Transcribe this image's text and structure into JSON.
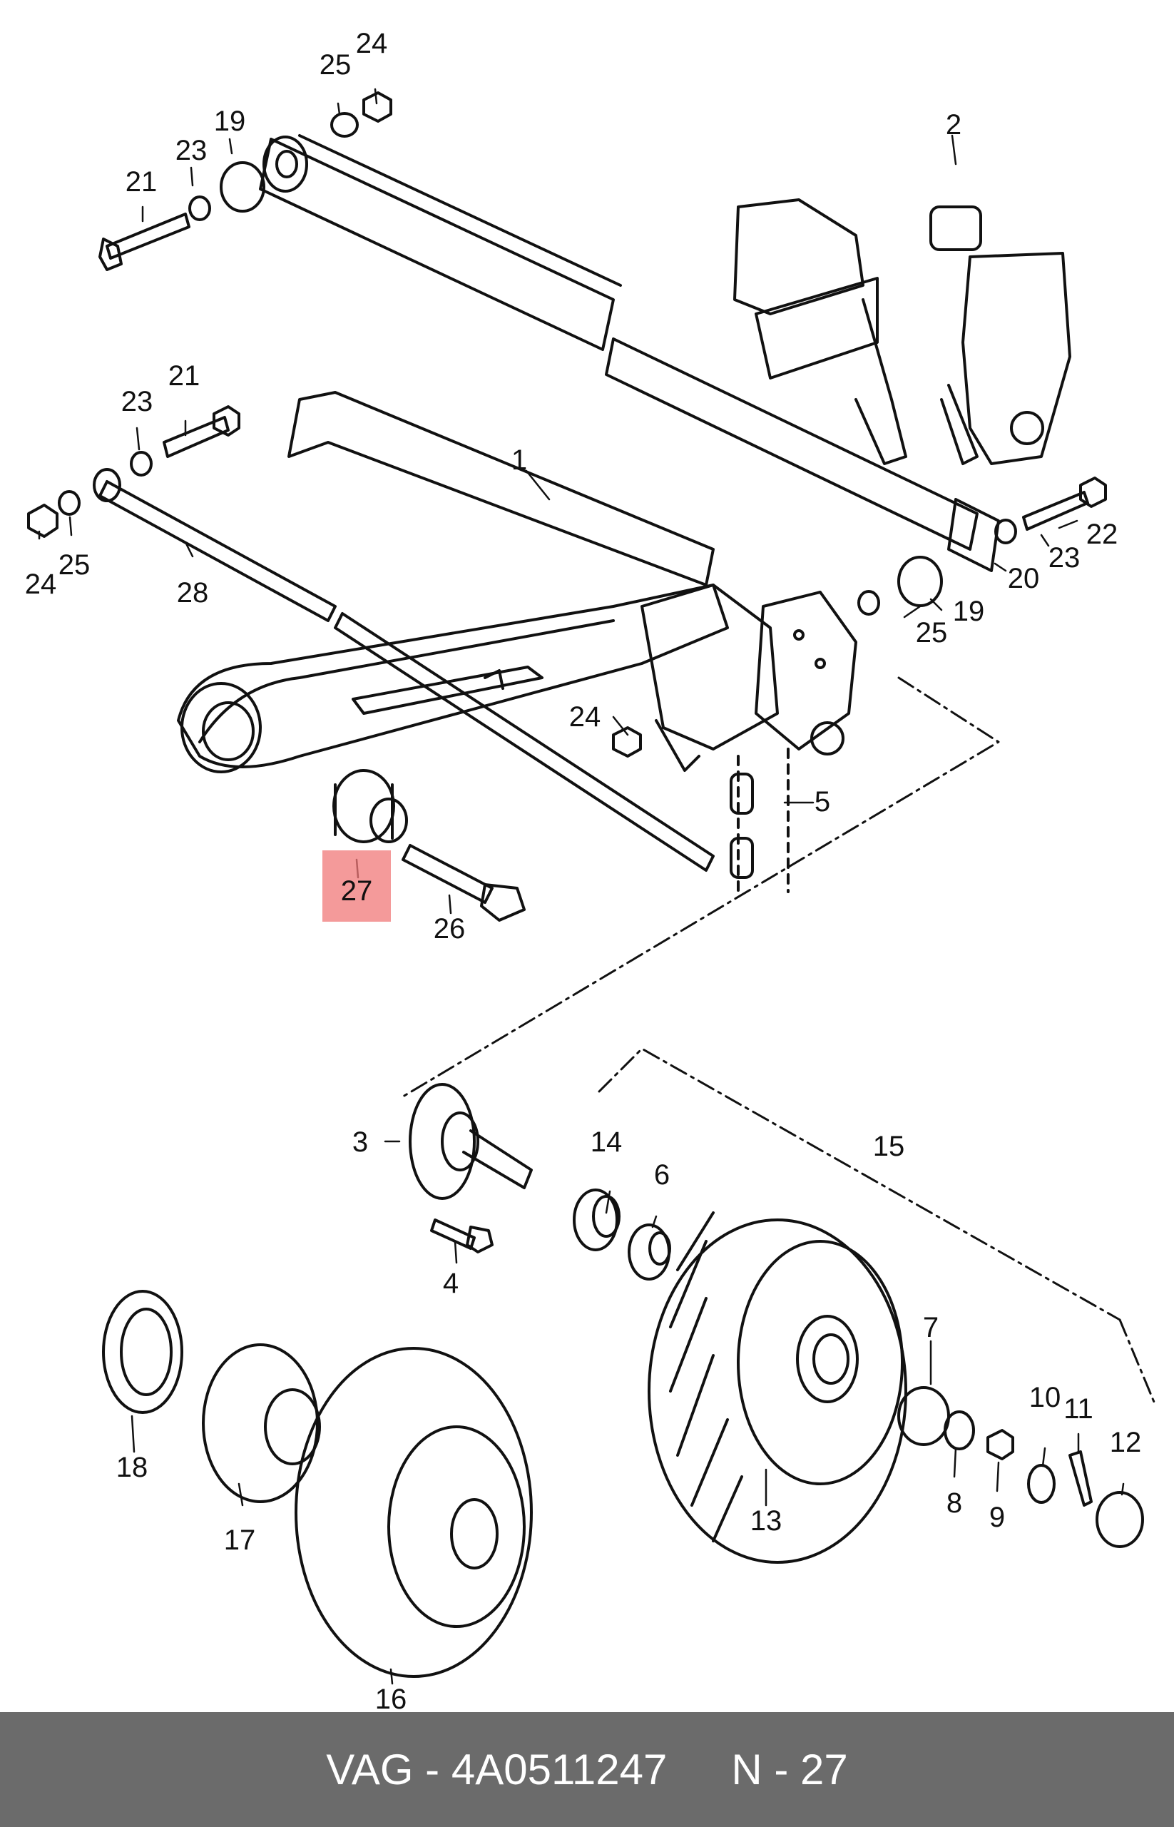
{
  "callouts": [
    {
      "id": "c1",
      "text": "1"
    },
    {
      "id": "c2",
      "text": "2"
    },
    {
      "id": "c3",
      "text": "3"
    },
    {
      "id": "c4",
      "text": "4"
    },
    {
      "id": "c5",
      "text": "5"
    },
    {
      "id": "c6",
      "text": "6"
    },
    {
      "id": "c7",
      "text": "7"
    },
    {
      "id": "c8",
      "text": "8"
    },
    {
      "id": "c9",
      "text": "9"
    },
    {
      "id": "c10",
      "text": "10"
    },
    {
      "id": "c11",
      "text": "11"
    },
    {
      "id": "c12",
      "text": "12"
    },
    {
      "id": "c13",
      "text": "13"
    },
    {
      "id": "c14",
      "text": "14"
    },
    {
      "id": "c15",
      "text": "15"
    },
    {
      "id": "c16",
      "text": "16"
    },
    {
      "id": "c17",
      "text": "17"
    },
    {
      "id": "c18",
      "text": "18"
    },
    {
      "id": "c19a",
      "text": "19"
    },
    {
      "id": "c19b",
      "text": "19"
    },
    {
      "id": "c20",
      "text": "20"
    },
    {
      "id": "c21a",
      "text": "21"
    },
    {
      "id": "c21b",
      "text": "21"
    },
    {
      "id": "c22",
      "text": "22"
    },
    {
      "id": "c23a",
      "text": "23"
    },
    {
      "id": "c23b",
      "text": "23"
    },
    {
      "id": "c23c",
      "text": "23"
    },
    {
      "id": "c24a",
      "text": "24"
    },
    {
      "id": "c24b",
      "text": "24"
    },
    {
      "id": "c24c",
      "text": "24"
    },
    {
      "id": "c25a",
      "text": "25"
    },
    {
      "id": "c25b",
      "text": "25"
    },
    {
      "id": "c25c",
      "text": "25"
    },
    {
      "id": "c26",
      "text": "26"
    },
    {
      "id": "c27",
      "text": "27"
    },
    {
      "id": "c28",
      "text": "28"
    }
  ],
  "highlight": {
    "label": "27",
    "color": "#f07878"
  },
  "footer": {
    "part_ref": "VAG - 4A0511247",
    "position": "N - 27"
  },
  "colors": {
    "footer_bg": "#6b6b6b",
    "footer_text": "#ffffff",
    "line": "#111111"
  }
}
